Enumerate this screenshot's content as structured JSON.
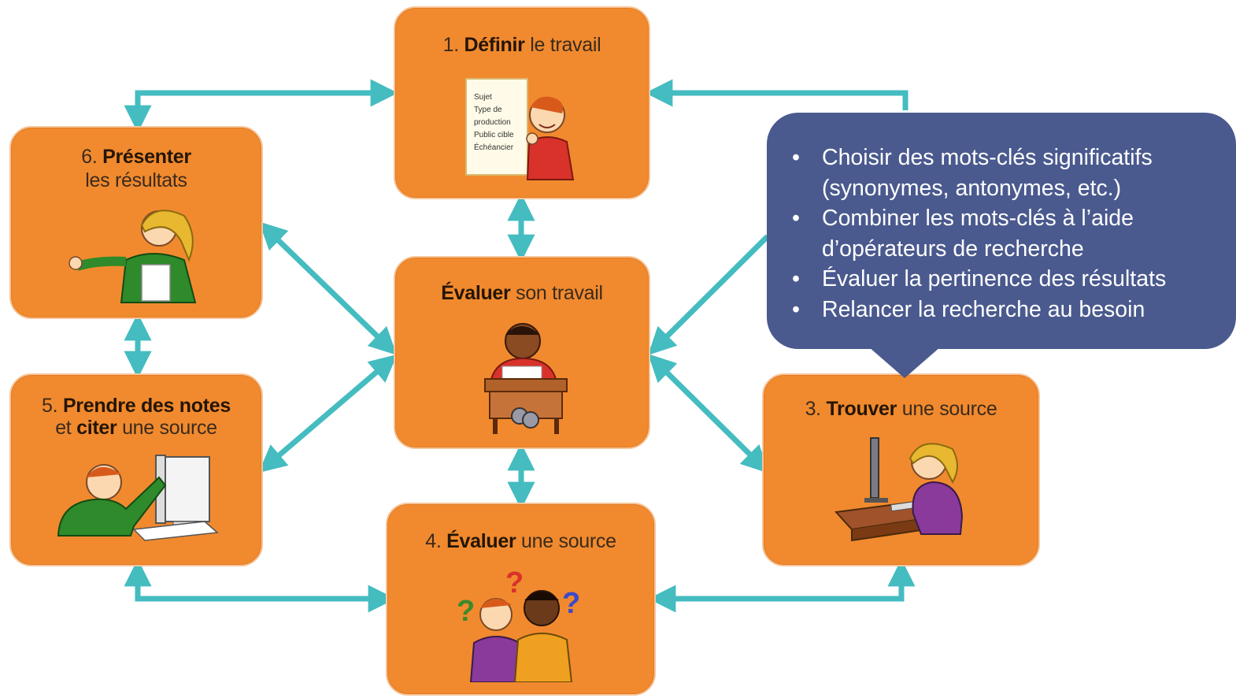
{
  "colors": {
    "box": "#f18a2e",
    "arrow": "#44bcc0",
    "callout": "#4a5a8e"
  },
  "steps": {
    "define": {
      "num": "1.",
      "bold": "Définir",
      "rest": "le travail"
    },
    "evaluate_work": {
      "num": "",
      "bold": "Évaluer",
      "rest": "son travail"
    },
    "find": {
      "num": "3.",
      "bold": "Trouver",
      "rest": "une  source"
    },
    "evaluate_source": {
      "num": "4.",
      "bold": "Évaluer",
      "rest": "une  source"
    },
    "notes": {
      "num": "5.",
      "bold1": "Prendre des notes",
      "mid": "et",
      "bold2": "citer",
      "rest": "une source"
    },
    "present": {
      "num": "6.",
      "bold": "Présenter",
      "rest": "les résultats"
    }
  },
  "board_lines": [
    "Sujet",
    "Type de",
    "production",
    "Public cible",
    "Échéancier"
  ],
  "callout": {
    "bullet": "•",
    "lines": [
      "Choisir des mots-clés significatifs",
      "(synonymes, antonymes, etc.)",
      "Combiner les mots-clés à l’aide",
      "d’opérateurs de recherche",
      "Évaluer la pertinence des résultats",
      "Relancer la recherche au besoin"
    ]
  }
}
